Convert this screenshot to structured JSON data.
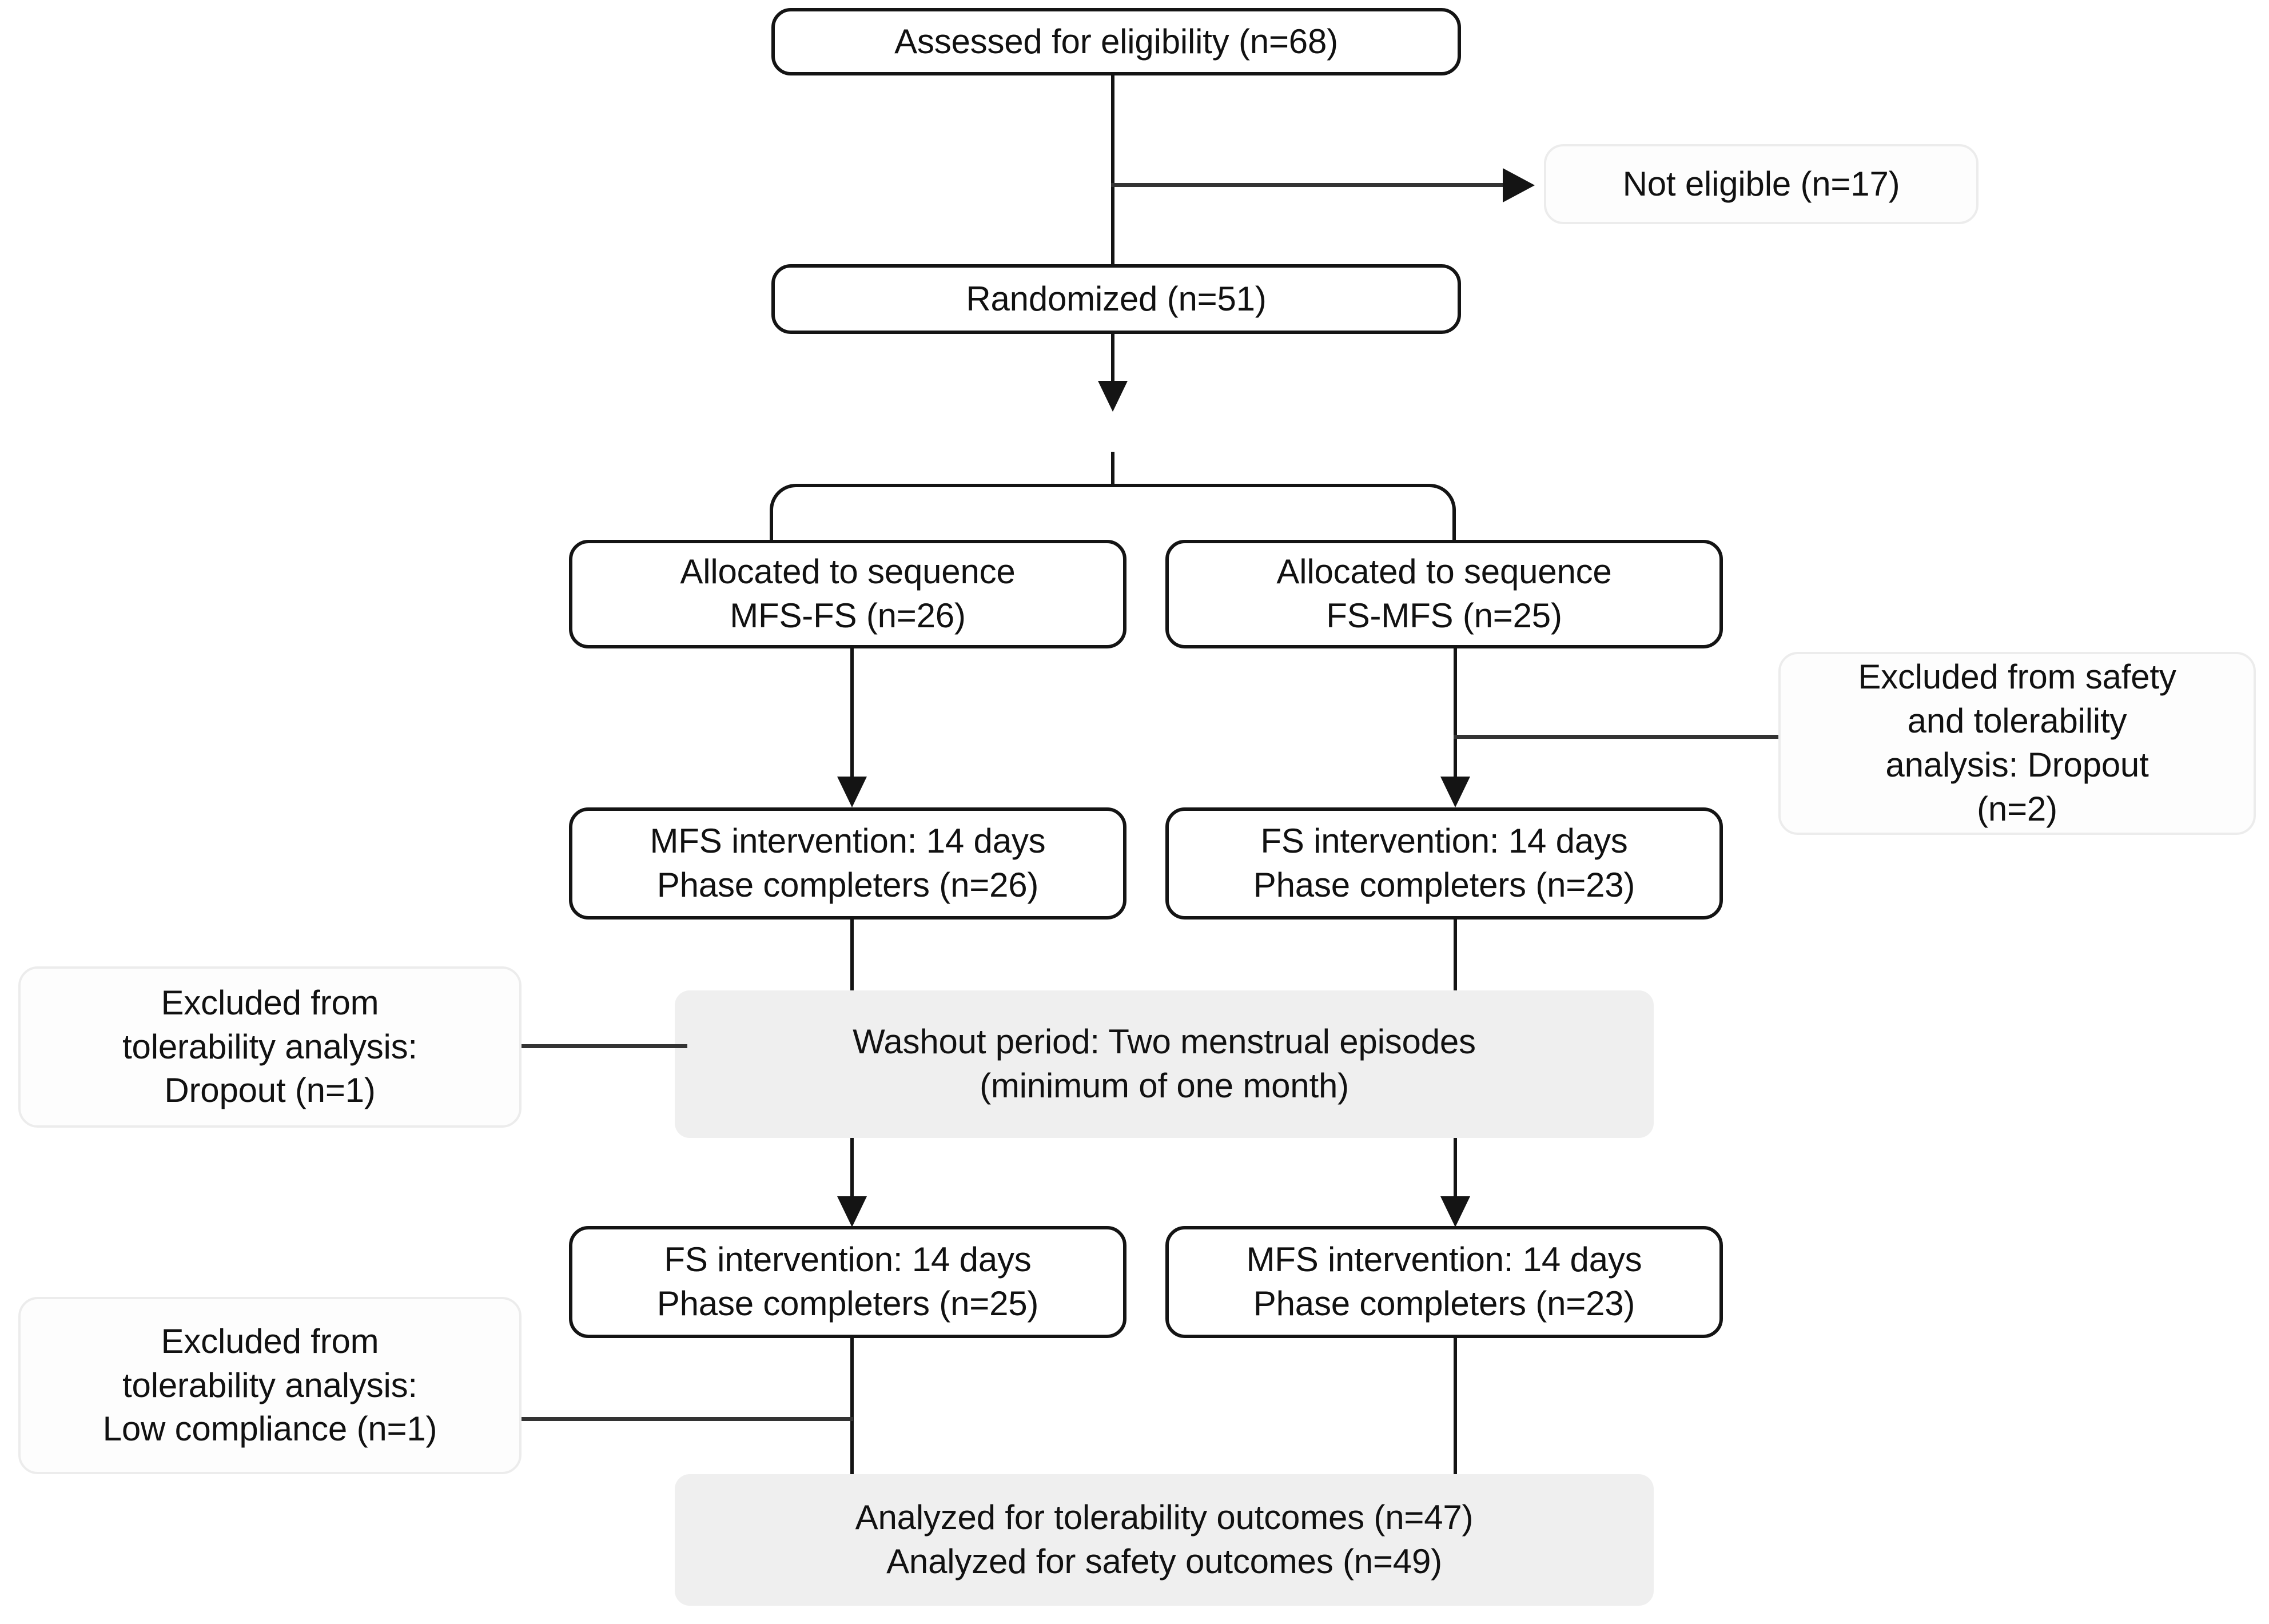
{
  "diagram": {
    "type": "consort-flow-diagram",
    "colors": {
      "box_border_strong": "#141414",
      "box_border_faint": "#ececec",
      "box_fill_white": "#ffffff",
      "box_fill_gray": "#efefef",
      "connector": "#141414",
      "text": "#111111"
    },
    "nodes": {
      "assessed": "Assessed for eligibility (n=68)",
      "not_eligible": "Not eligible (n=17)",
      "randomized": "Randomized (n=51)",
      "alloc_left": "Allocated to sequence\nMFS-FS (n=26)",
      "alloc_right": "Allocated to sequence\nFS-MFS (n=25)",
      "excluded_safety_tolerability": "Excluded from safety\nand tolerability\nanalysis: Dropout\n(n=2)",
      "period1_left": "MFS intervention: 14 days\nPhase completers (n=26)",
      "period1_right": "FS intervention: 14 days\nPhase completers (n=23)",
      "excluded_dropout": "Excluded from\ntolerability analysis:\nDropout (n=1)",
      "washout": "Washout period: Two menstrual episodes\n(minimum of one month)",
      "period2_left": "FS intervention: 14 days\nPhase completers (n=25)",
      "period2_right": "MFS intervention: 14 days\nPhase completers (n=23)",
      "excluded_low_compliance": "Excluded from\ntolerability analysis:\nLow compliance (n=1)",
      "analyzed": "Analyzed for tolerability outcomes (n=47)\nAnalyzed for safety outcomes (n=49)"
    },
    "counts": {
      "assessed_n": 68,
      "not_eligible_n": 17,
      "randomized_n": 51,
      "alloc_left_n": 26,
      "alloc_right_n": 25,
      "excluded_safety_tolerability_n": 2,
      "period1_left_n": 26,
      "period1_right_n": 23,
      "excluded_dropout_n": 1,
      "period2_left_n": 25,
      "period2_right_n": 23,
      "excluded_low_compliance_n": 1,
      "analyzed_tolerability_n": 47,
      "analyzed_safety_n": 49
    }
  }
}
